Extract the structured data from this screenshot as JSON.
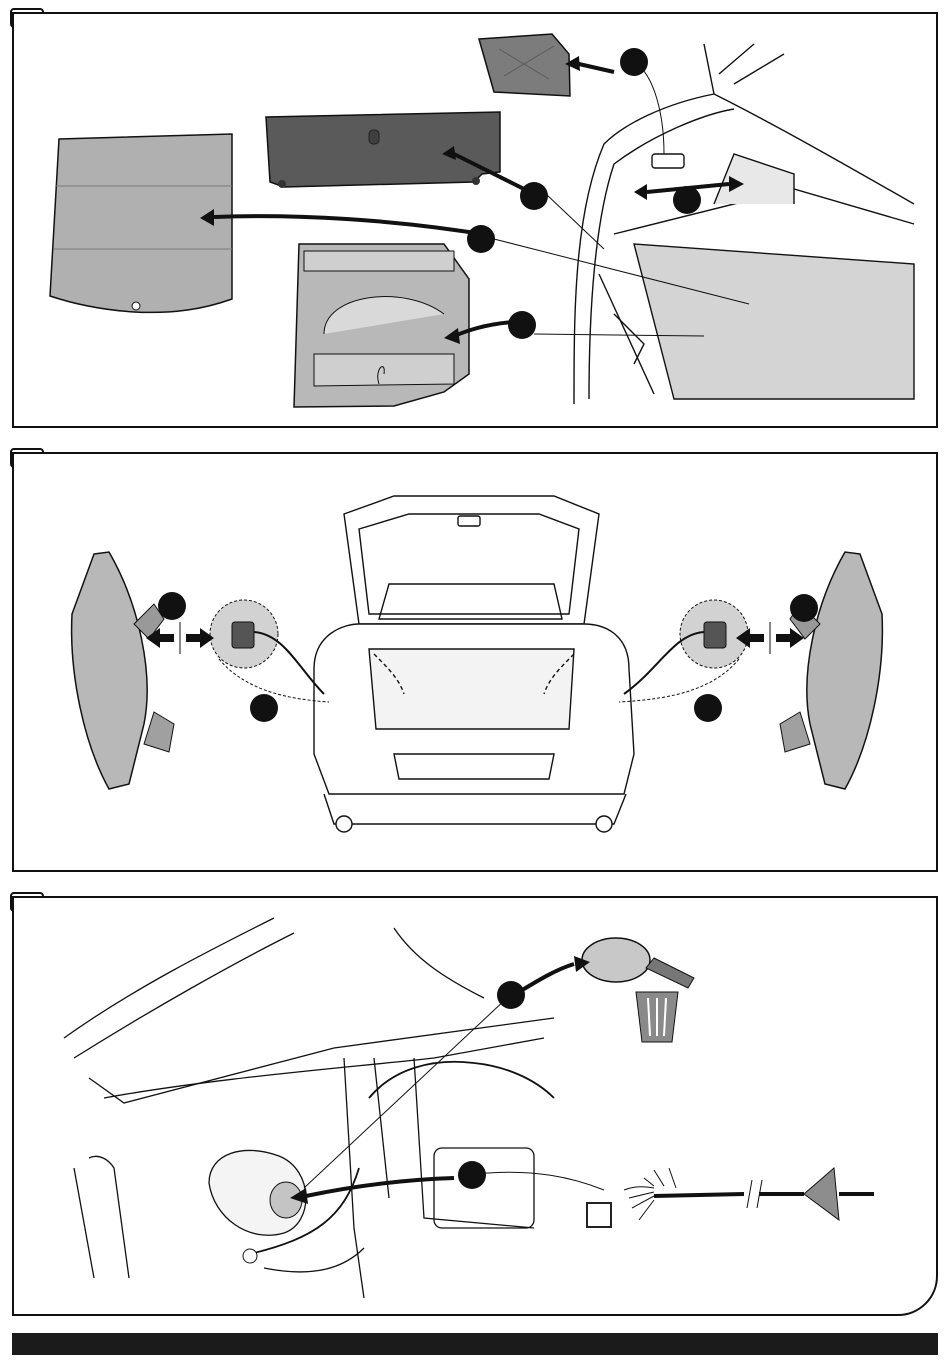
{
  "document": {
    "steps": [
      {
        "id": "step-1",
        "callouts": 5
      },
      {
        "id": "step-2",
        "callouts": 4
      },
      {
        "id": "step-3",
        "callouts": 2
      }
    ],
    "colors": {
      "line": "#111111",
      "part_gray": "#a9a9a9",
      "dark_part": "#555555",
      "light_fill": "#efefef",
      "callout": "#111111"
    },
    "icons": [
      "trash-bin-icon",
      "grommet-icon",
      "connector-icon",
      "arrow-icon"
    ]
  }
}
